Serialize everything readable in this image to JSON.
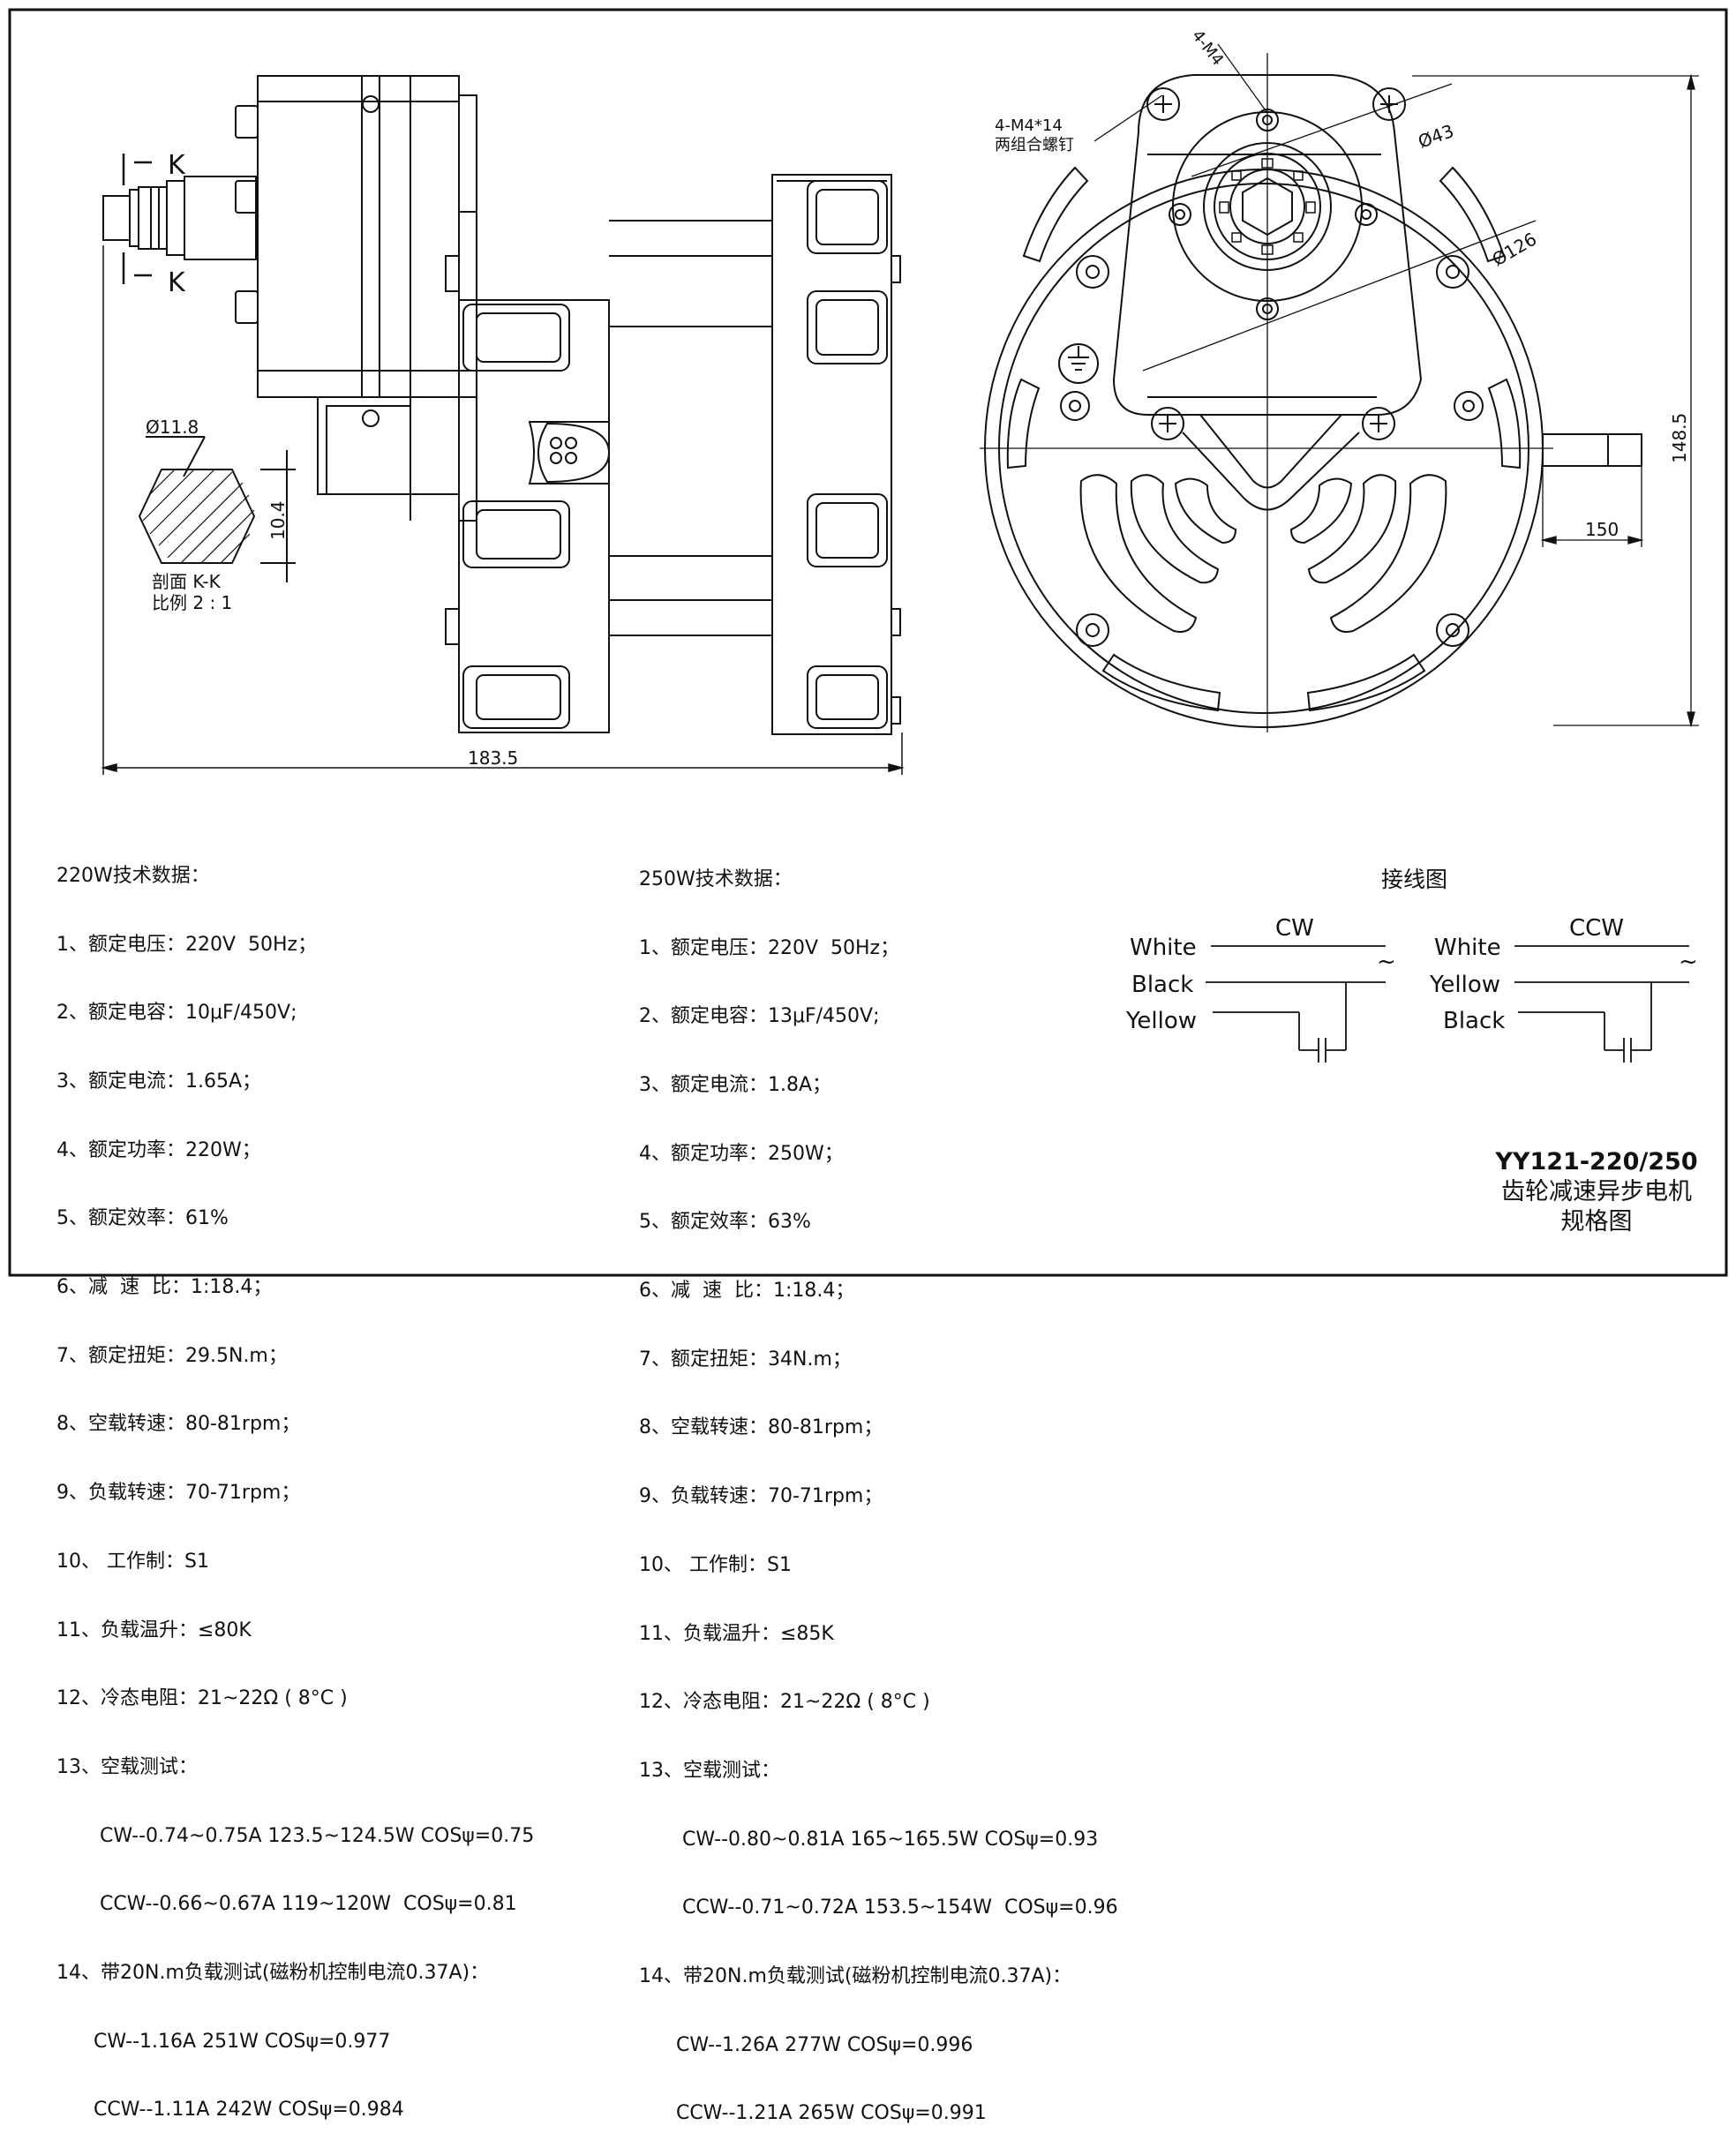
{
  "dimensions": {
    "section_k1": "K",
    "section_k2": "K",
    "hex_dia": "Ø11.8",
    "hex_height": "10.4",
    "section_label": "剖面 K-K",
    "section_scale": "比例 2 : 1",
    "overall_length": "183.5",
    "screw_spec": "4-M4",
    "screw_note_1": "4-M4*14",
    "screw_note_2": "两组合螺钉",
    "dia_43": "Ø43",
    "dia_126": "Ø126",
    "height_total": "148.5",
    "shaft_offset": "150"
  },
  "spec_220": {
    "title": "220W技术数据：",
    "lines": [
      "1、额定电压：220V  50Hz；",
      "2、额定电容：10μF/450V;",
      "3、额定电流：1.65A；",
      "4、额定功率：220W；",
      "5、额定效率：61%",
      "6、减  速  比：1:18.4；",
      "7、额定扭矩：29.5N.m；",
      "8、空载转速：80-81rpm；",
      "9、负载转速：70-71rpm；",
      "10、 工作制：S1",
      "11、负载温升：≤80K",
      "12、冷态电阻：21~22Ω ( 8°C )",
      "13、空载测试：",
      "       CW--0.74~0.75A 123.5~124.5W COSψ=0.75",
      "       CCW--0.66~0.67A 119~120W  COSψ=0.81",
      "14、带20N.m负载测试(磁粉机控制电流0.37A)：",
      "      CW--1.16A 251W COSψ=0.977",
      "      CCW--1.11A 242W COSψ=0.984"
    ]
  },
  "spec_250": {
    "title": "250W技术数据：",
    "lines": [
      "1、额定电压：220V  50Hz；",
      "2、额定电容：13μF/450V;",
      "3、额定电流：1.8A；",
      "4、额定功率：250W；",
      "5、额定效率：63%",
      "6、减  速  比：1:18.4；",
      "7、额定扭矩：34N.m；",
      "8、空载转速：80-81rpm；",
      "9、负载转速：70-71rpm；",
      "10、 工作制：S1",
      "11、负载温升：≤85K",
      "12、冷态电阻：21~22Ω ( 8°C )",
      "13、空载测试：",
      "       CW--0.80~0.81A 165~165.5W COSψ=0.93",
      "       CCW--0.71~0.72A 153.5~154W  COSψ=0.96",
      "14、带20N.m负载测试(磁粉机控制电流0.37A)：",
      "      CW--1.26A 277W COSψ=0.996",
      "      CCW--1.21A 265W COSψ=0.991"
    ]
  },
  "wiring": {
    "title": "接线图",
    "cw": {
      "label": "CW",
      "wires": [
        "White",
        "Black",
        "Yellow"
      ],
      "ac": "~"
    },
    "ccw": {
      "label": "CCW",
      "wires": [
        "White",
        "Yellow",
        "Black"
      ],
      "ac": "~"
    }
  },
  "title_block": {
    "model": "YY121-220/250",
    "name": "齿轮减速异步电机",
    "type": "规格图"
  }
}
